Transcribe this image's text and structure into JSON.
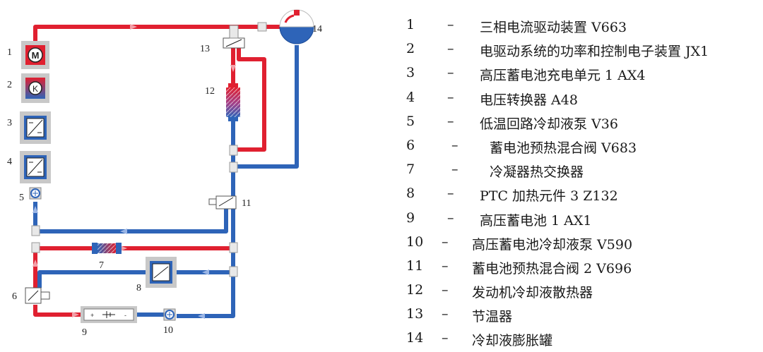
{
  "colors": {
    "hot": "#e02030",
    "cold": "#2e64b8",
    "gray": "#c8c8c8",
    "dark": "#222222"
  },
  "diagram": {
    "labels": [
      "1",
      "2",
      "3",
      "4",
      "5",
      "6",
      "7",
      "8",
      "9",
      "10",
      "11",
      "12",
      "13",
      "14"
    ],
    "icons": [
      "motor-icon",
      "drive-control-icon",
      "converter-icon",
      "converter-icon",
      "pump-icon",
      "mixing-valve-icon",
      "condenser-icon",
      "heater-icon",
      "battery-icon",
      "pump-icon",
      "mixing-valve-icon",
      "radiator-icon",
      "thermostat-icon",
      "expansion-tank-icon"
    ],
    "motor_symbol": "M",
    "control_symbol": "K"
  },
  "legend": [
    {
      "num": "1",
      "dash": "–",
      "text": "三相电流驱动装置 V663"
    },
    {
      "num": "2",
      "dash": "–",
      "text": "电驱动系统的功率和控制电子装置 JX1"
    },
    {
      "num": "3",
      "dash": "–",
      "text": "高压蓄电池充电单元 1  AX4"
    },
    {
      "num": "4",
      "dash": "–",
      "text": "电压转换器 A48"
    },
    {
      "num": "5",
      "dash": "–",
      "text": "低温回路冷却液泵 V36"
    },
    {
      "num": "6",
      "dash": "–",
      "text": "蓄电池预热混合阀 V683"
    },
    {
      "num": "7",
      "dash": "–",
      "text": "冷凝器热交换器"
    },
    {
      "num": "8",
      "dash": "–",
      "text": "PTC 加热元件 3 Z132"
    },
    {
      "num": "9",
      "dash": "–",
      "text": "高压蓄电池 1 AX1"
    },
    {
      "num": "10",
      "dash": "–",
      "text": "高压蓄电池冷却液泵 V590"
    },
    {
      "num": "11",
      "dash": "–",
      "text": "蓄电池预热混合阀 2 V696"
    },
    {
      "num": "12",
      "dash": "–",
      "text": "发动机冷却液散热器"
    },
    {
      "num": "13",
      "dash": "–",
      "text": "节温器"
    },
    {
      "num": "14",
      "dash": "–",
      "text": "冷却液膨胀罐"
    }
  ]
}
